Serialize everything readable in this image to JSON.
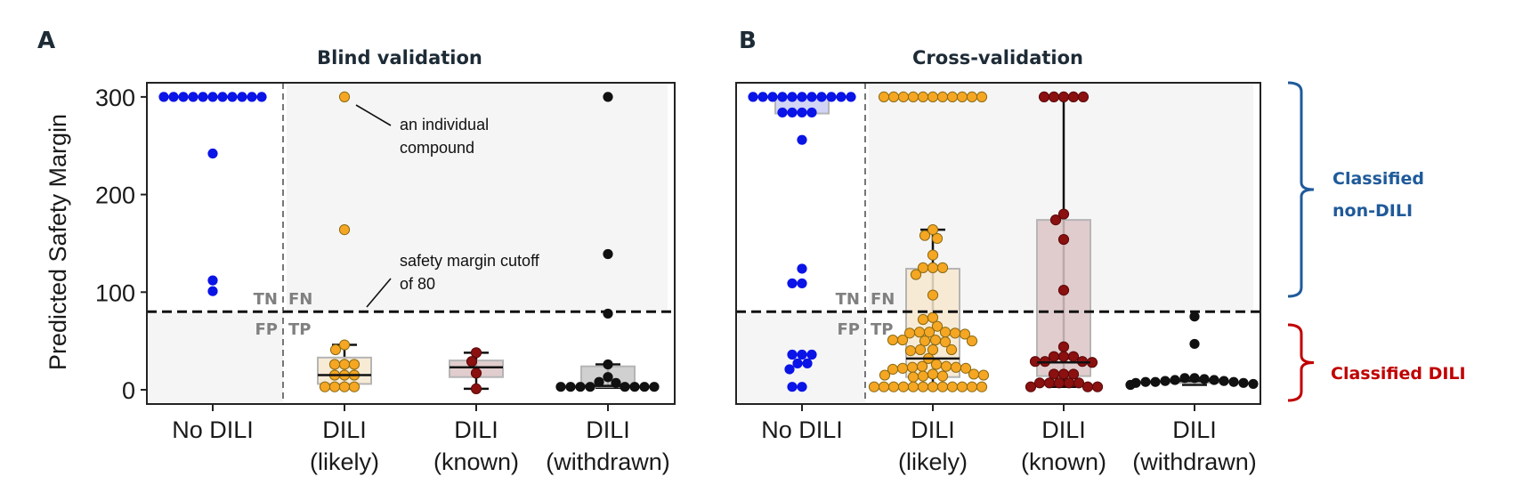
{
  "figure": {
    "y_axis_label": "Predicted Safety Margin",
    "y_ticks": [
      "0",
      "100",
      "200",
      "300"
    ],
    "cutoff_value": 80,
    "annotations": {
      "individual_line1": "an individual",
      "individual_line2": "compound",
      "cutoff_line1": "safety margin cutoff",
      "cutoff_line2": "of 80"
    },
    "quadrants": {
      "tn": "TN",
      "fn": "FN",
      "fp": "FP",
      "tp": "TP"
    },
    "side_labels": {
      "non_dili_line1": "Classified",
      "non_dili_line2": "non-DILI",
      "dili": "Classified DILI",
      "non_dili_color": "#1f5a9a",
      "dili_color": "#c00000"
    },
    "colors": {
      "no_dili": "#0a14e6",
      "likely": "#f5a623",
      "known": "#8b1010",
      "withdrawn": "#111111",
      "shading": "#f5f5f5"
    }
  },
  "chart_data": [
    {
      "type": "scatter",
      "overlay": "boxplot",
      "panel_letter": "A",
      "title": "Blind validation",
      "ylabel": "Predicted Safety Margin",
      "ylim": [
        -15,
        315
      ],
      "grid": false,
      "categories": [
        {
          "line1": "No DILI",
          "line2": ""
        },
        {
          "line1": "DILI",
          "line2": "(likely)"
        },
        {
          "line1": "DILI",
          "line2": "(known)"
        },
        {
          "line1": "DILI",
          "line2": "(withdrawn)"
        }
      ],
      "series": [
        {
          "values": [
            300,
            300,
            300,
            300,
            300,
            300,
            300,
            300,
            300,
            300,
            300,
            242,
            112,
            101
          ],
          "box": null
        },
        {
          "values": [
            300,
            164,
            46,
            41,
            26,
            26,
            26,
            15,
            15,
            15,
            3,
            3,
            3,
            3
          ],
          "box": {
            "q1": 6,
            "median": 15,
            "q3": 33,
            "whislo": 2,
            "whishi": 46
          }
        },
        {
          "values": [
            38,
            29,
            17,
            1
          ],
          "box": {
            "q1": 13,
            "median": 23,
            "q3": 30,
            "whislo": 1,
            "whishi": 38
          }
        },
        {
          "values": [
            300,
            139,
            78,
            26,
            13,
            8,
            7,
            3,
            3,
            3,
            3,
            3,
            3,
            3,
            3
          ],
          "box": {
            "q1": 3,
            "median": 4,
            "q3": 24,
            "whislo": 2,
            "whishi": 26
          }
        }
      ]
    },
    {
      "type": "scatter",
      "overlay": "boxplot",
      "panel_letter": "B",
      "title": "Cross-validation",
      "ylim": [
        -15,
        315
      ],
      "grid": false,
      "categories": [
        {
          "line1": "No DILI",
          "line2": ""
        },
        {
          "line1": "DILI",
          "line2": "(likely)"
        },
        {
          "line1": "DILI",
          "line2": "(known)"
        },
        {
          "line1": "DILI",
          "line2": "(withdrawn)"
        }
      ],
      "series": [
        {
          "values": [
            300,
            300,
            300,
            300,
            300,
            300,
            300,
            300,
            300,
            300,
            300,
            284,
            284,
            284,
            284,
            256,
            124,
            109,
            109,
            36,
            36,
            36,
            27,
            27,
            21,
            3,
            3
          ],
          "box": {
            "q1": 283,
            "median": 300,
            "q3": 300,
            "whislo": 283,
            "whishi": 300
          }
        },
        {
          "values": [
            300,
            300,
            300,
            300,
            300,
            300,
            300,
            300,
            300,
            300,
            300,
            164,
            158,
            155,
            138,
            125,
            125,
            125,
            118,
            97,
            74,
            72,
            65,
            59,
            59,
            59,
            58,
            58,
            57,
            51,
            51,
            51,
            50,
            50,
            49,
            41,
            41,
            41,
            40,
            32,
            26,
            24,
            24,
            23,
            23,
            22,
            22,
            21,
            16,
            16,
            15,
            15,
            14,
            14,
            13,
            3,
            3,
            3,
            3,
            3,
            3,
            3,
            3,
            3,
            3,
            3,
            3
          ],
          "box": {
            "q1": 13,
            "median": 32,
            "q3": 124,
            "whislo": 3,
            "whishi": 164
          }
        },
        {
          "values": [
            300,
            300,
            300,
            300,
            300,
            180,
            174,
            154,
            102,
            44,
            34,
            34,
            34,
            29,
            29,
            29,
            28,
            16,
            16,
            16,
            7,
            7,
            7,
            7,
            7,
            3,
            3,
            3
          ],
          "box": {
            "q1": 14,
            "median": 28,
            "q3": 174,
            "whislo": 3,
            "whishi": 300
          }
        },
        {
          "values": [
            75,
            47,
            12,
            12,
            11,
            10,
            10,
            9,
            9,
            8,
            8,
            8,
            7,
            7,
            6,
            5
          ],
          "box": {
            "q1": 7,
            "median": 9,
            "q3": 11,
            "whislo": 5,
            "whishi": 12
          }
        }
      ]
    }
  ]
}
